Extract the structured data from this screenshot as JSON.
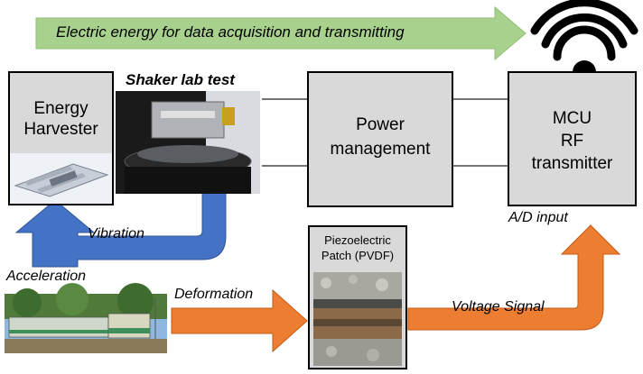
{
  "banner": {
    "text": "Electric energy for data acquisition and transmitting",
    "color": "#a9d18e"
  },
  "energy_harvester": {
    "line1": "Energy",
    "line2": "Harvester"
  },
  "shaker": {
    "label": "Shaker lab test"
  },
  "power_management": {
    "line1": "Power",
    "line2": "management"
  },
  "mcu": {
    "line1": "MCU",
    "line2": "RF",
    "line3": "transmitter"
  },
  "ad_input": {
    "label": "A/D input"
  },
  "piezo": {
    "line1": "Piezoelectric",
    "line2": "Patch (PVDF)"
  },
  "labels": {
    "vibration": "Vibration",
    "acceleration": "Acceleration",
    "deformation": "Deformation",
    "voltage_signal": "Voltage Signal"
  },
  "colors": {
    "blue_arrow": "#4472c4",
    "orange_arrow": "#ed7d31",
    "box_fill": "#d9d9d9"
  },
  "icons": {
    "wireless": "wifi-icon"
  }
}
